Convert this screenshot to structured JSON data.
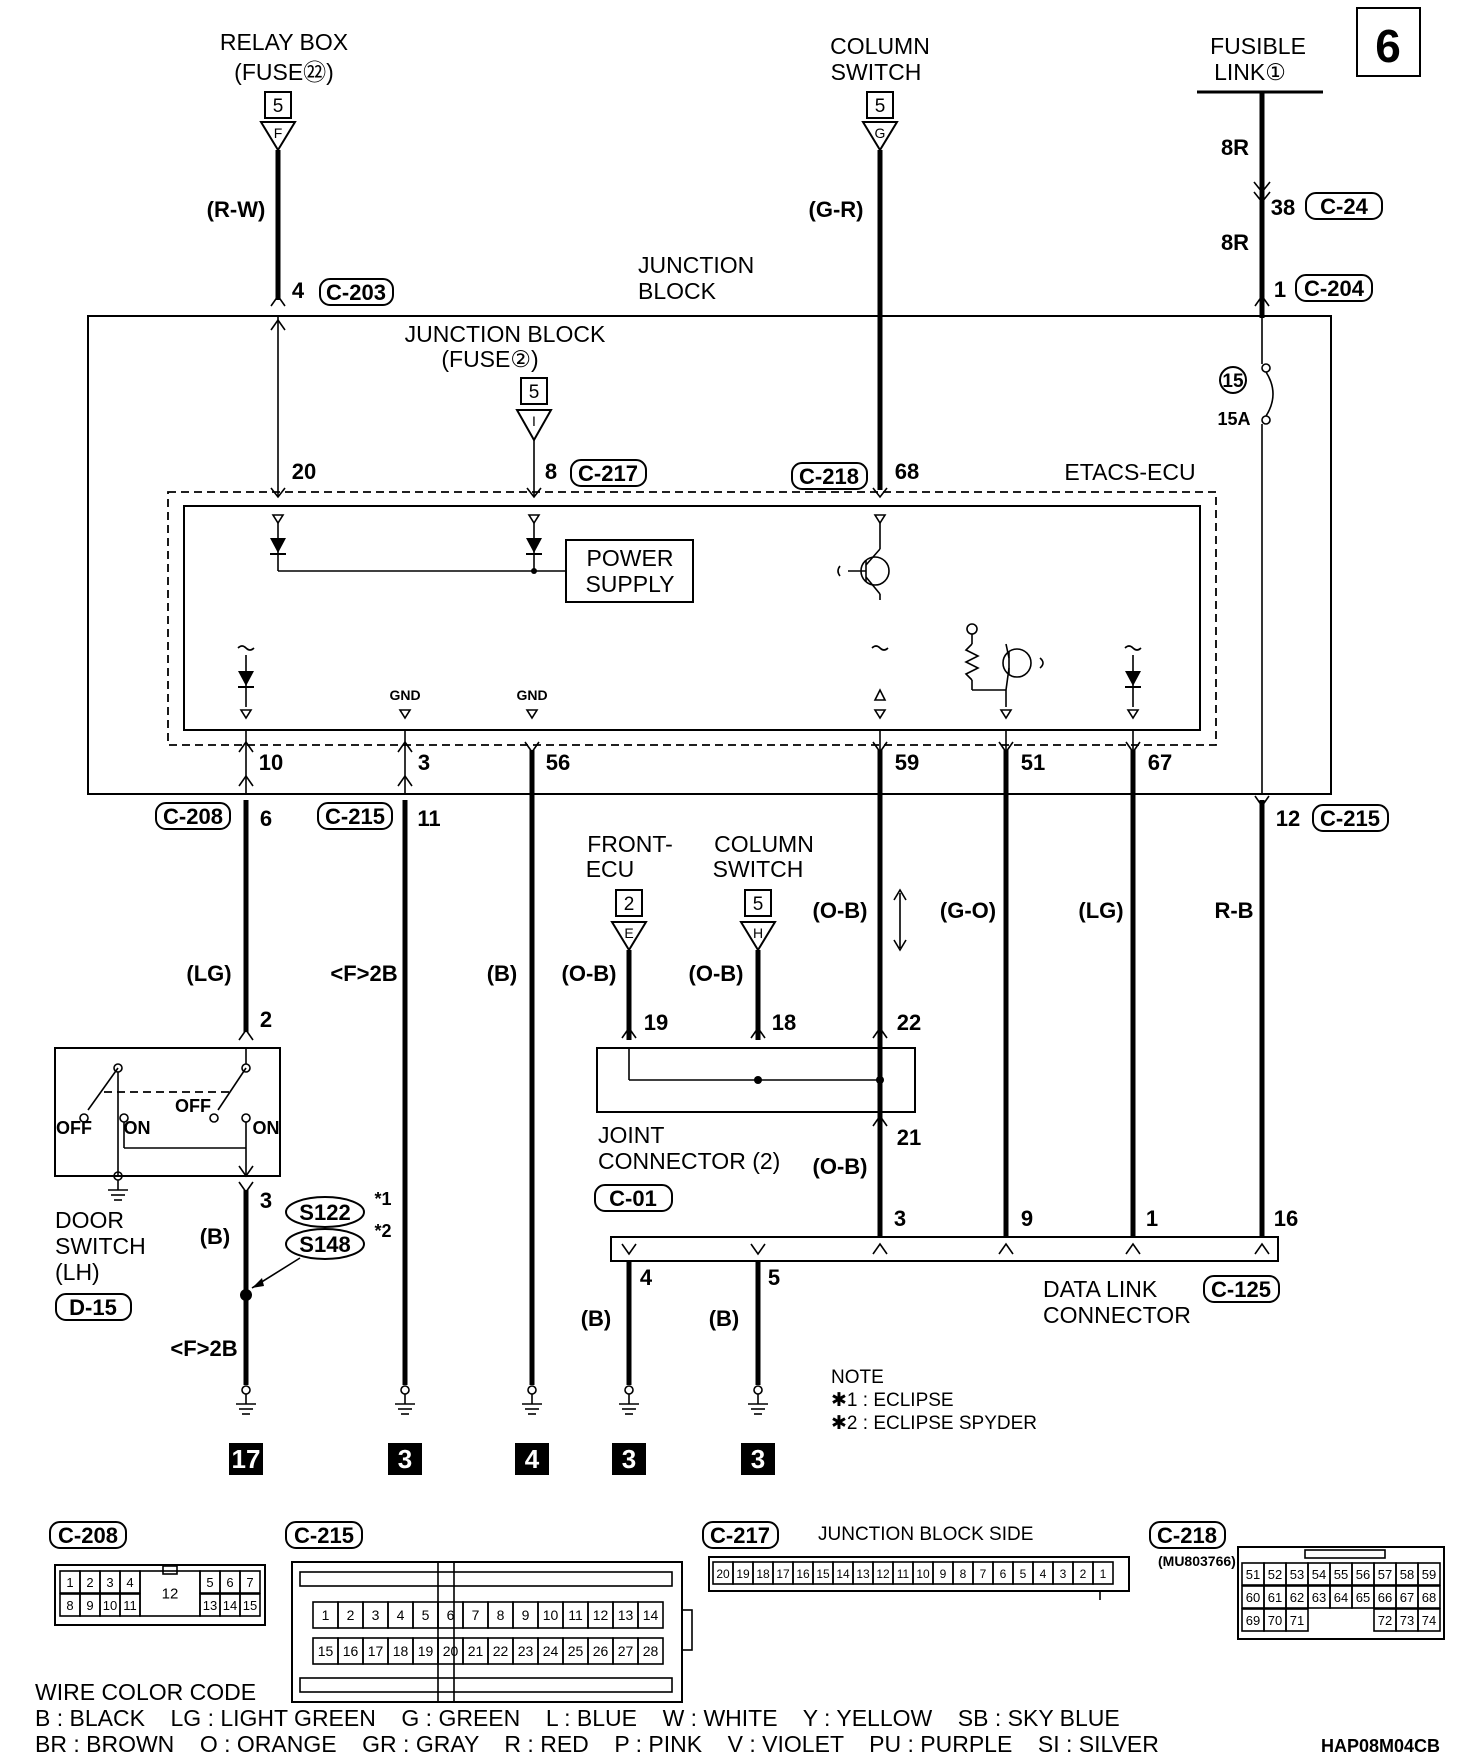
{
  "page_number": "6",
  "diagram_code": "HAP08M04CB",
  "sources": {
    "relay_box": {
      "title_1": "RELAY BOX",
      "title_2": "(FUSE㉒)",
      "page": "5",
      "tag": "F",
      "wire": "(R-W)"
    },
    "column_switch": {
      "title_1": "COLUMN",
      "title_2": "SWITCH",
      "page": "5",
      "tag": "G",
      "wire": "(G-R)"
    },
    "fusible_link": {
      "title_1": "FUSIBLE",
      "title_2": "LINK①",
      "wire_top": "8R",
      "pin_c24": "38",
      "conn_c24": "C-24",
      "wire_bottom": "8R",
      "pin_c204": "1",
      "conn_c204": "C-204"
    }
  },
  "junction_block": {
    "title_1": "JUNCTION",
    "title_2": "BLOCK",
    "fuse_title_1": "JUNCTION BLOCK",
    "fuse_title_2": "(FUSE②)",
    "fuse_page": "5",
    "fuse_tag": "I",
    "fuse15_num": "15",
    "fuse15_rating": "15A",
    "pin_c203": "4",
    "conn_c203": "C-203",
    "ecu_pin_20": "20",
    "ecu_pin_8": "8",
    "conn_c217": "C-217",
    "conn_c218": "C-218",
    "ecu_pin_68": "68"
  },
  "etacs": {
    "title": "ETACS-ECU",
    "power_supply_1": "POWER",
    "power_supply_2": "SUPPLY",
    "gnd1": "GND",
    "gnd2": "GND",
    "pins_bottom": [
      "10",
      "3",
      "56",
      "59",
      "51",
      "67"
    ]
  },
  "lower": {
    "c208_label": "C-208",
    "c208_pin": "6",
    "c215_label_a": "C-215",
    "c215_pin_a": "11",
    "c215_label_b": "C-215",
    "c215_pin_b": "12",
    "wire_lg": "(LG)",
    "wire_f2b": "<F>2B",
    "wire_b": "(B)",
    "wire_ob": "(O-B)",
    "wire_go": "(G-O)",
    "wire_lg2": "(LG)",
    "wire_rb": "R-B",
    "front_ecu_1": "FRONT-",
    "front_ecu_2": "ECU",
    "front_ecu_page": "2",
    "front_ecu_tag": "E",
    "colsw2_1": "COLUMN",
    "colsw2_2": "SWITCH",
    "colsw2_page": "5",
    "colsw2_tag": "H",
    "wire_ob_front": "(O-B)",
    "wire_ob_col": "(O-B)",
    "jc_pin_19": "19",
    "jc_pin_18": "18",
    "jc_pin_22": "22",
    "jc_pin_21": "21",
    "jc_title_1": "JOINT",
    "jc_title_2": "CONNECTOR (2)",
    "jc_wire": "(O-B)",
    "jc_conn": "C-01",
    "door_pin_2": "2",
    "door_off_1": "OFF",
    "door_on_1": "ON",
    "door_off_2": "OFF",
    "door_on_2": "ON",
    "door_pin_3": "3",
    "door_title_1": "DOOR",
    "door_title_2": "SWITCH",
    "door_title_3": "(LH)",
    "door_conn": "D-15",
    "door_wire_b": "(B)",
    "splice_1": "S122",
    "splice_1_note": "*1",
    "splice_2": "S148",
    "splice_2_note": "*2",
    "door_wire_f2b": "<F>2B",
    "dlc_pins": [
      "3",
      "9",
      "1",
      "16"
    ],
    "dlc_pin_4": "4",
    "dlc_pin_5": "5",
    "dlc_title_1": "DATA LINK",
    "dlc_title_2": "CONNECTOR",
    "dlc_conn": "C-125",
    "dlc_wire_b1": "(B)",
    "dlc_wire_b2": "(B)",
    "note_title": "NOTE",
    "note_1": "✱1 : ECLIPSE",
    "note_2": "✱2 : ECLIPSE SPYDER",
    "ground_refs": [
      "17",
      "3",
      "4",
      "3",
      "3"
    ]
  },
  "connector_views": {
    "c208": {
      "label": "C-208",
      "row1": [
        "1",
        "2",
        "3",
        "4",
        "5",
        "6",
        "7"
      ],
      "row2": [
        "8",
        "9",
        "10",
        "11",
        "13",
        "14",
        "15"
      ],
      "center": "12"
    },
    "c215": {
      "label": "C-215",
      "row1": [
        "1",
        "2",
        "3",
        "4",
        "5",
        "6",
        "7",
        "8",
        "9",
        "10",
        "11",
        "12",
        "13",
        "14"
      ],
      "row2": [
        "15",
        "16",
        "17",
        "18",
        "19",
        "20",
        "21",
        "22",
        "23",
        "24",
        "25",
        "26",
        "27",
        "28"
      ]
    },
    "c217": {
      "label": "C-217",
      "caption": "JUNCTION BLOCK SIDE",
      "pins": [
        "20",
        "19",
        "18",
        "17",
        "16",
        "15",
        "14",
        "13",
        "12",
        "11",
        "10",
        "9",
        "8",
        "7",
        "6",
        "5",
        "4",
        "3",
        "2",
        "1"
      ]
    },
    "c218": {
      "label": "C-218",
      "part": "(MU803766)",
      "row1": [
        "51",
        "52",
        "53",
        "54",
        "55",
        "56",
        "57",
        "58",
        "59"
      ],
      "row2": [
        "60",
        "61",
        "62",
        "63",
        "64",
        "65",
        "66",
        "67",
        "68"
      ],
      "row3": [
        "69",
        "70",
        "71",
        "72",
        "73",
        "74"
      ]
    }
  },
  "wire_color_code": {
    "title": "WIRE COLOR CODE",
    "line1": "B : BLACK    LG : LIGHT GREEN    G : GREEN    L : BLUE    W : WHITE    Y : YELLOW    SB : SKY BLUE",
    "line2": "BR : BROWN    O : ORANGE    GR : GRAY    R : RED    P : PINK    V : VIOLET    PU : PURPLE    SI : SILVER"
  }
}
